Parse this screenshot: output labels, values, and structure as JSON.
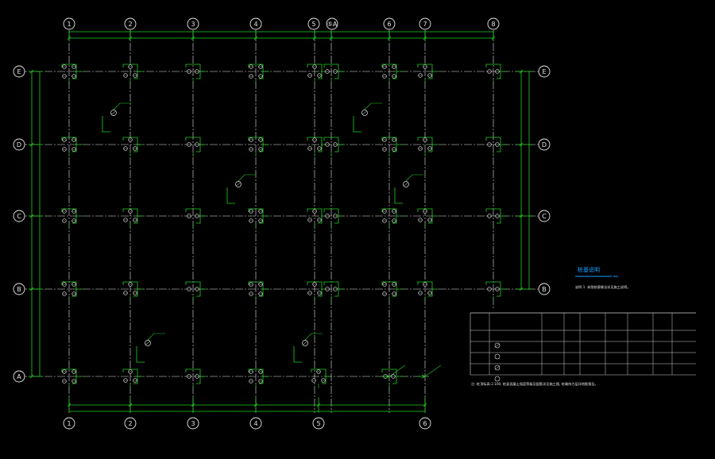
{
  "drawing": {
    "axes_top": [
      "1",
      "2",
      "3",
      "4",
      "5",
      "⑤A",
      "6",
      "7",
      "8"
    ],
    "axes_bottom": [
      "1",
      "2",
      "3",
      "4",
      "5",
      "6"
    ],
    "axes_rows": [
      "E",
      "D",
      "C",
      "B",
      "A"
    ]
  },
  "legend": {
    "title": "桩基说明",
    "note": "说明 1. 本图桩基做法详见施工说明。",
    "table_note": "注: 桩顶标高-2.100, 桩身混凝土强度等级及配筋详见施工图, 桩端持力层详地勘报告。"
  },
  "colors": {
    "background": "#000000",
    "grid": "#e6e6e6",
    "dimension": "#22d022",
    "accent": "#19a0ff"
  }
}
